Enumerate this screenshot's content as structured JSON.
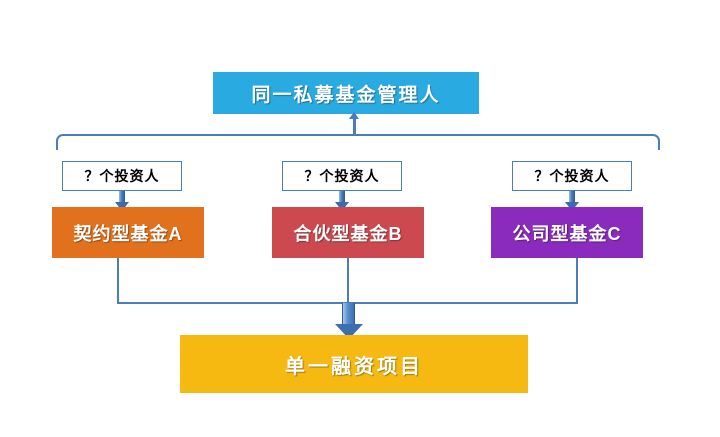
{
  "diagram": {
    "title_box": {
      "label": "同一私募基金管理人",
      "color": "#29ABE2"
    },
    "investor_labels": [
      {
        "label": "？个投资人"
      },
      {
        "label": "？个投资人"
      },
      {
        "label": "？个投资人"
      }
    ],
    "funds": [
      {
        "label": "契约型基金A",
        "color": "#E2711D"
      },
      {
        "label": "合伙型基金B",
        "color": "#CC4A4F"
      },
      {
        "label": "公司型基金C",
        "color": "#8A2BBE"
      }
    ],
    "project_box": {
      "label": "单一融资项目",
      "color": "#F5B912"
    },
    "connector_color": "#4A7EBB",
    "background": "#FFFFFF"
  }
}
